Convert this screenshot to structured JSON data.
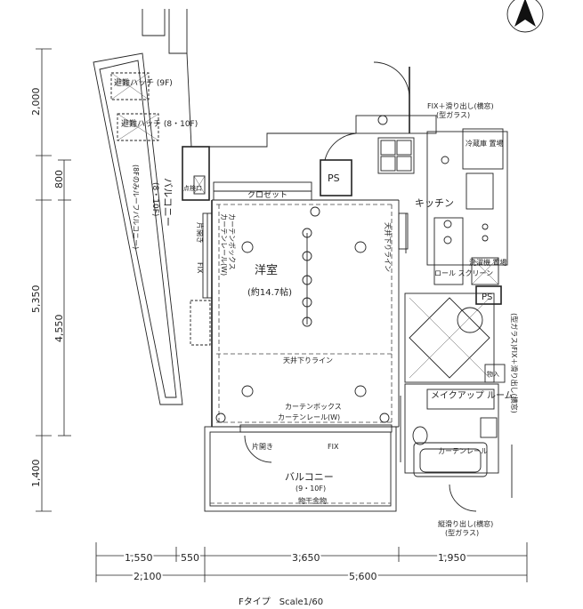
{
  "compass": {
    "icon": "north-arrow-icon"
  },
  "rooms": {
    "western_room": "洋室",
    "western_room_size": "(約14.7帖)",
    "kitchen": "キッチン",
    "makeup_room": "メイクアップ\nルーム",
    "closet": "クロゼット",
    "ps1": "PS",
    "ps2": "PS",
    "balcony_bottom": "バルコニー",
    "balcony_bottom_floors": "(9・10F)",
    "balcony_left": "バルコニー",
    "balcony_left_floors": "(8・10F)"
  },
  "labels": {
    "hatch_9f": "避難ハッチ\n(9F)",
    "hatch_8_10f": "避難ハッチ\n(8・10F)",
    "curtain_box_top": "カーテンボックス",
    "curtain_rail_top": "カーテンレール(W)",
    "curtain_box_bottom": "カーテンボックス",
    "curtain_rail_bottom": "カーテンレール(W)",
    "ceiling_line_mid": "天井下りライン",
    "ceiling_line_side": "天井下りライン",
    "fix_bottom": "FIX",
    "fix_left": "FIX",
    "hinged_bottom": "片開き",
    "hinged_left": "片開き",
    "storage_bottom": "物干金物",
    "fix_window_top": "FIX＋滑り出し(横窓)",
    "fix_window_top_glass": "(型ガラス)",
    "fix_window_right": "(型ガラス)FIX＋滑り出し(横窓)",
    "fix_window_bottom": "縦滑り出し(横窓)",
    "fix_window_bottom_glass": "(型ガラス)",
    "roll_screen": "ロール\nスクリーン",
    "fridge": "冷蔵庫\n置場",
    "washer": "洗濯機\n置場",
    "curtain_rail_bath": "カーテンレール",
    "storage_small": "物入",
    "inspection_port": "点検口",
    "balcony_left_note": "(8Fのみルーフバルコニー)",
    "side_window": "(型ガラス)"
  },
  "dimensions": {
    "left": [
      "2,000",
      "800",
      "5,350",
      "4,550",
      "1,400"
    ],
    "bottom_top_row": [
      "1,550",
      "550",
      "3,650",
      "1,950"
    ],
    "bottom_row": [
      "2,100",
      "5,600"
    ]
  },
  "caption": "Fタイプ　Scale1/60"
}
